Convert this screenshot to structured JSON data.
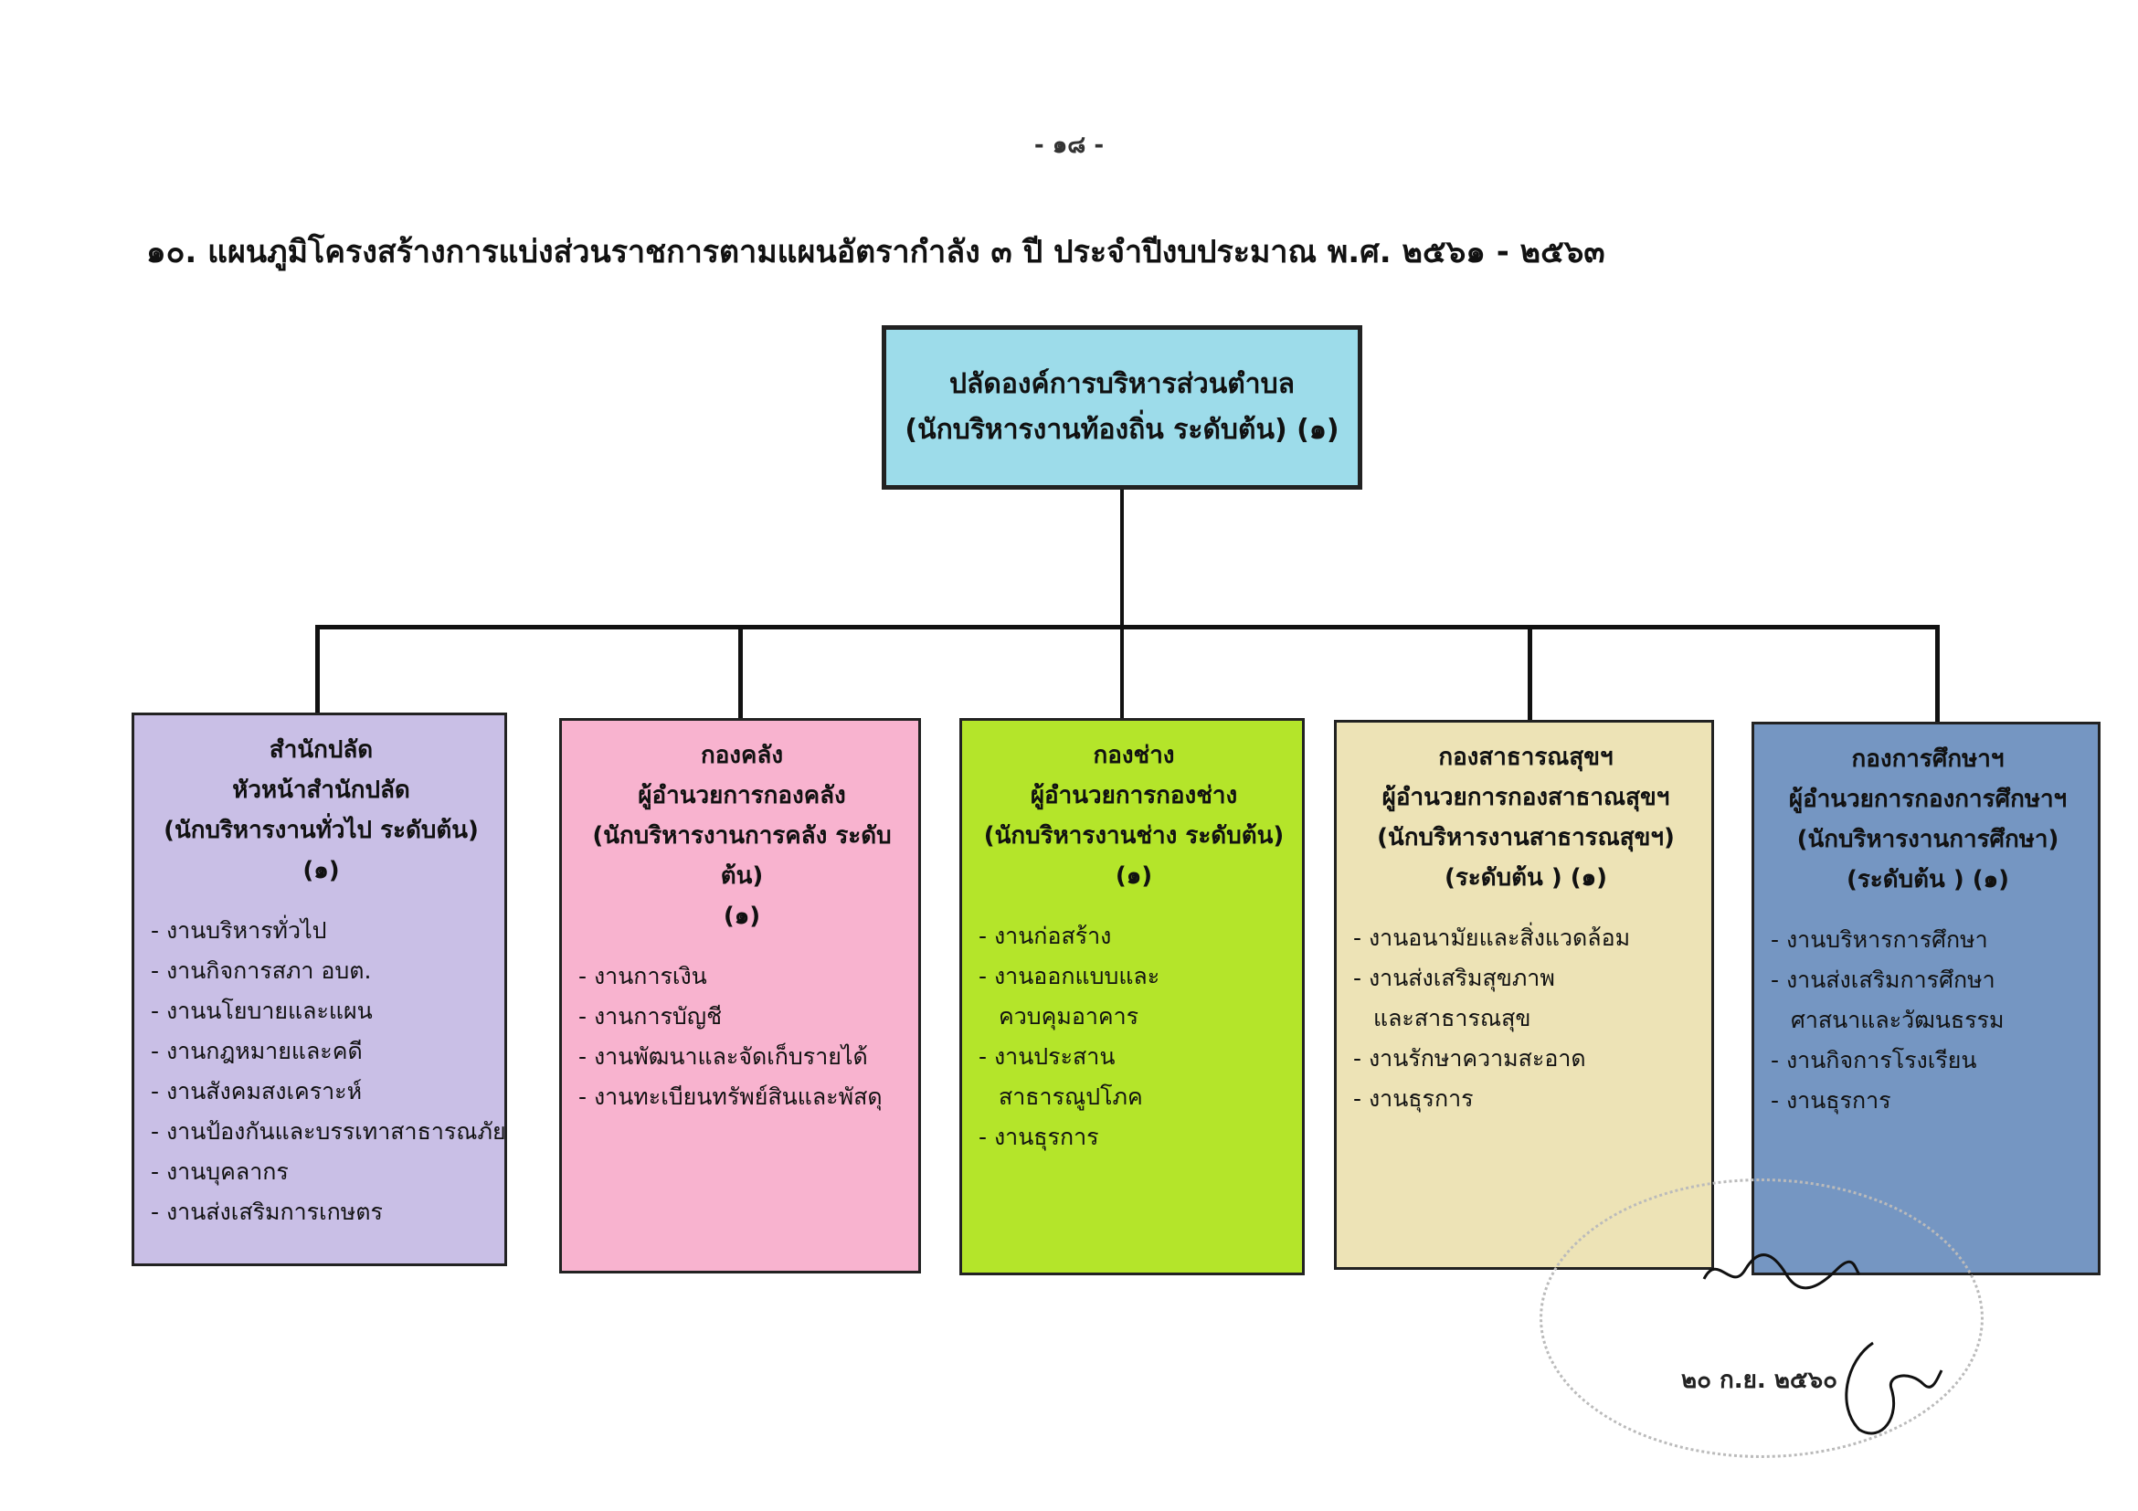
{
  "page_number": "- ๑๘ -",
  "title": "๑๐. แผนภูมิโครงสร้างการแบ่งส่วนราชการตามแผนอัตรากำลัง ๓ ปี ประจำปีงบประมาณ พ.ศ. ๒๕๖๑ - ๒๕๖๓",
  "top": {
    "line1": "ปลัดองค์การบริหารส่วนตำบล",
    "line2": "(นักบริหารงานท้องถิ่น ระดับต้น) (๑)",
    "color": "#9ddcea"
  },
  "departments": [
    {
      "color": "#c9bfe6",
      "head": [
        "สำนักปลัด",
        "หัวหน้าสำนักปลัด",
        "(นักบริหารงานทั่วไป ระดับต้น)",
        "(๑)"
      ],
      "tasks": [
        "- งานบริหารทั่วไป",
        "- งานกิจการสภา อบต.",
        "- งานนโยบายและแผน",
        "- งานกฎหมายและคดี",
        "- งานสังคมสงเคราะห์",
        "- งานป้องกันและบรรเทาสาธารณภัย",
        "- งานบุคลากร",
        "- งานส่งเสริมการเกษตร"
      ]
    },
    {
      "color": "#f8b3cf",
      "head": [
        "กองคลัง",
        "ผู้อำนวยการกองคลัง",
        "(นักบริหารงานการคลัง ระดับต้น)",
        "(๑)"
      ],
      "tasks": [
        "- งานการเงิน",
        "- งานการบัญชี",
        "- งานพัฒนาและจัดเก็บรายได้",
        "- งานทะเบียนทรัพย์สินและพัสดุ"
      ]
    },
    {
      "color": "#b4e52a",
      "head": [
        "กองช่าง",
        "ผู้อำนวยการกองช่าง",
        "(นักบริหารงานช่าง ระดับต้น)",
        "(๑)"
      ],
      "tasks": [
        "- งานก่อสร้าง",
        "- งานออกแบบและ",
        "ควบคุมอาคาร",
        "- งานประสาน",
        "สาธารณูปโภค",
        "- งานธุรการ"
      ]
    },
    {
      "color": "#ede3b6",
      "head": [
        "กองสาธารณสุขฯ",
        "ผู้อำนวยการกองสาธาณสุขฯ",
        "(นักบริหารงานสาธารณสุขฯ)",
        "(ระดับต้น ) (๑)"
      ],
      "tasks": [
        "- งานอนามัยและสิ่งแวดล้อม",
        "- งานส่งเสริมสุขภาพ",
        "และสาธารณสุข",
        "- งานรักษาความสะอาด",
        "- งานธุรการ"
      ]
    },
    {
      "color": "#7596c2",
      "head": [
        "กองการศึกษาฯ",
        "ผู้อำนวยการกองการศึกษาฯ",
        "(นักบริหารงานการศึกษา)",
        "(ระดับต้น ) (๑)"
      ],
      "tasks": [
        "- งานบริหารการศึกษา",
        "- งานส่งเสริมการศึกษา",
        "ศาสนาและวัฒนธรรม",
        "- งานกิจการโรงเรียน",
        "- งานธุรการ"
      ]
    }
  ],
  "date_note": "๒๐ ก.ย. ๒๕๖๐"
}
